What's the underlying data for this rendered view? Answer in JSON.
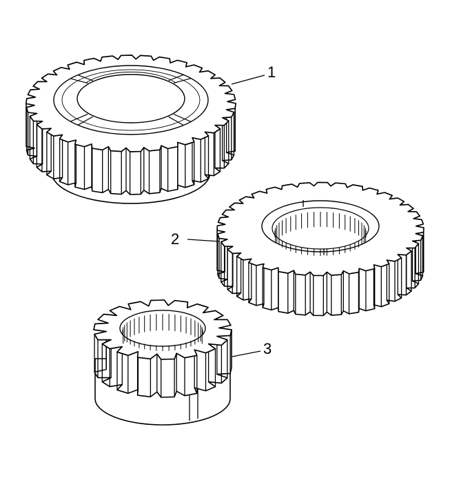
{
  "callouts": [
    {
      "id": "1",
      "label": "1"
    },
    {
      "id": "2",
      "label": "2"
    },
    {
      "id": "3",
      "label": "3"
    }
  ],
  "colors": {
    "line": "#000000",
    "fill": "#ffffff"
  }
}
